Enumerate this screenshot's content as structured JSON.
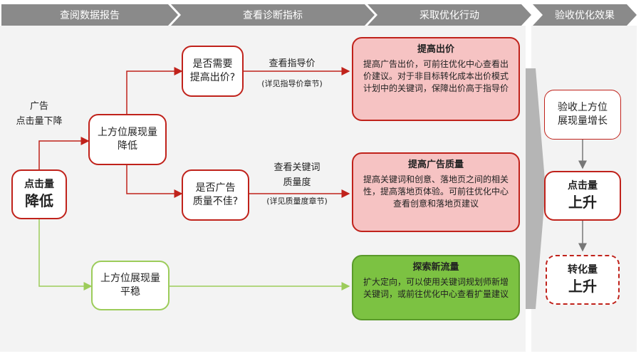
{
  "stages": [
    "查阅数据报告",
    "查看诊断指标",
    "采取优化行动",
    "验收优化效果"
  ],
  "start": {
    "ad_label_1": "广告",
    "ad_label_2": "点击量下降",
    "main_1": "点击量",
    "main_2": "降低"
  },
  "branch_decline": {
    "line1": "上方位展现量",
    "line2": "降低"
  },
  "branch_stable": {
    "line1": "上方位展现量",
    "line2": "平稳"
  },
  "q_bid": {
    "line1": "是否需要",
    "line2": "提高出价?"
  },
  "q_quality": {
    "line1": "是否广告",
    "line2": "质量不佳?"
  },
  "check_bid": {
    "line1": "查看指导价",
    "line2": "(详见指导价章节)"
  },
  "check_quality": {
    "line1": "查看关键词",
    "line2": "质量度",
    "line3": "(详见质量度章节)"
  },
  "actions": [
    {
      "title": "提高出价",
      "body": "提高广告出价，可前往优化中心查看出价建议。对于非目标转化成本出价模式计划中的关键词，保障出价高于指导价"
    },
    {
      "title": "提高广告质量",
      "body": "提高关键词和创意、落地页之间的相关性，提高落地页体验。可前往优化中心查看创意和落地页建议"
    },
    {
      "title": "探索新流量",
      "body": "扩大定向，可以使用关键词规划师新增关键词，或前往优化中心查看扩量建议"
    }
  ],
  "results": {
    "exposure_1": "验收上方位",
    "exposure_2": "展现量增长",
    "clicks_1": "点击量",
    "clicks_2": "上升",
    "conv_1": "转化量",
    "conv_2": "上升"
  },
  "colors": {
    "red": "#c0221b",
    "green": "#9ccc5a",
    "pink": "#f6c3c3",
    "lime": "#7cc242",
    "gray": "#8a8a8a"
  }
}
